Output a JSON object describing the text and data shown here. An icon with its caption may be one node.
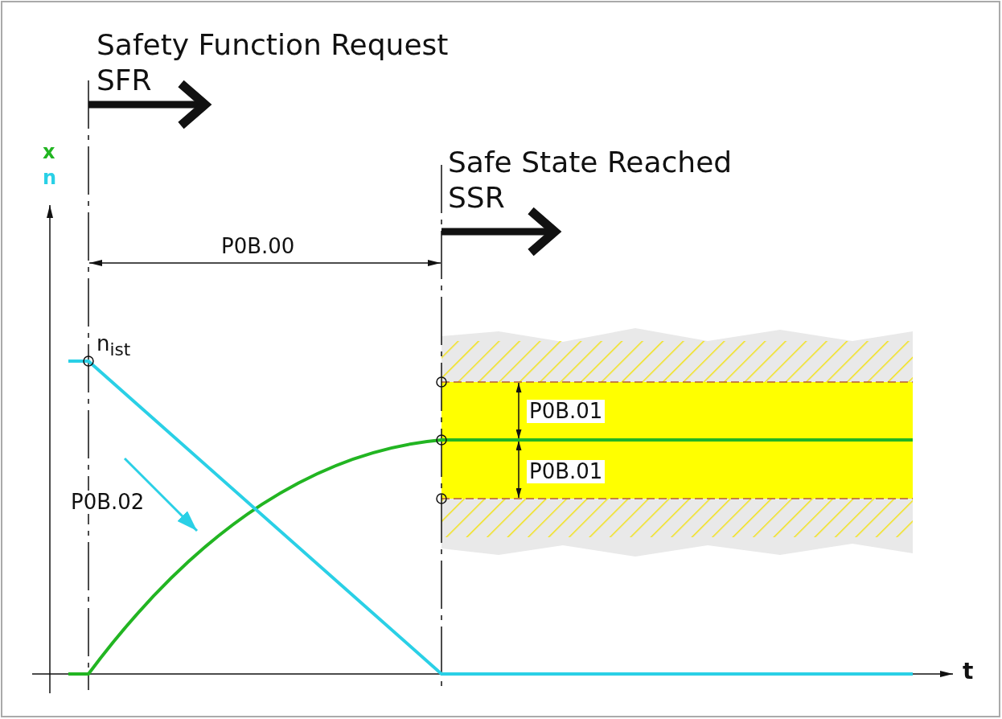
{
  "diagram": {
    "labels": [
      "Safety Function Request",
      "SFR",
      "x",
      "n",
      "Safe State Reached",
      "SSR",
      "P0B.00",
      "n$_{ist}$",
      "P0B.01",
      "P0B.01",
      "P0B.02",
      "t"
    ]
  }
}
